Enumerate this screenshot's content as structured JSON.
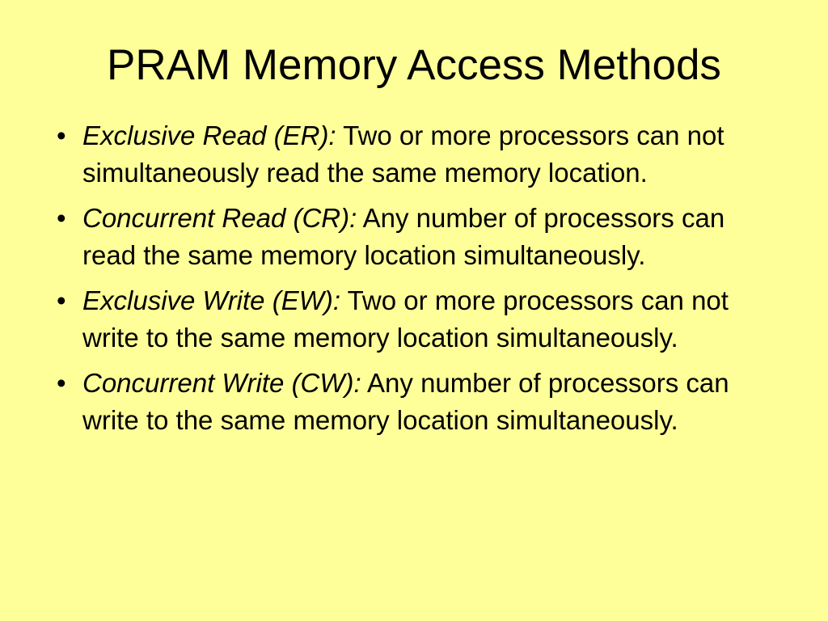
{
  "slide": {
    "title": "PRAM Memory Access Methods",
    "bullet_symbol": "•",
    "items": [
      {
        "term": "Exclusive Read (ER):",
        "text": " Two or more processors can not simultaneously read the same memory location."
      },
      {
        "term": "Concurrent Read (CR):",
        "text": " Any number of processors can read the same memory location simultaneously."
      },
      {
        "term": "Exclusive Write (EW):",
        "text": " Two or more processors can  not write to the same memory location simultaneously."
      },
      {
        "term": "Concurrent Write (CW):",
        "text": " Any number of processors can write to the same memory location simultaneously."
      }
    ]
  },
  "colors": {
    "background": "#ffff99",
    "text": "#000000"
  }
}
